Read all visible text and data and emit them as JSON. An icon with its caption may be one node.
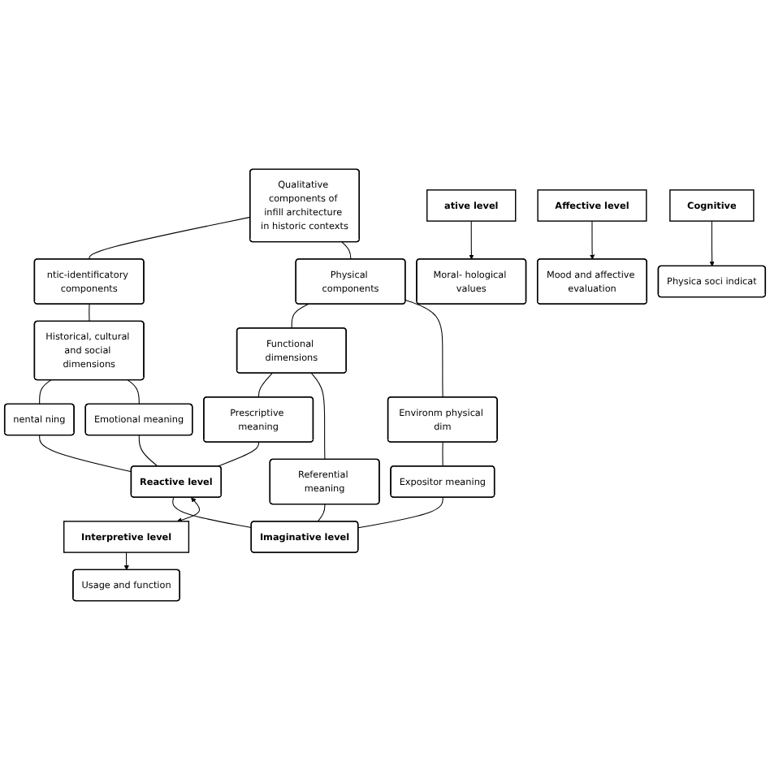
{
  "diagram": {
    "nodes": [
      {
        "text": [
          "Qualitative components of infill architecture in historic contexts"
        ]
      },
      {
        "text": [
          "ntic-identificatory components"
        ]
      },
      {
        "text": [
          "Physical components"
        ]
      },
      {
        "text": [
          "Historical, cultural and social dimensions"
        ]
      },
      {
        "text": [
          "Functional dimensions"
        ]
      },
      {
        "text": [
          "Environm physical dim"
        ]
      },
      {
        "text": [
          "nental ning"
        ]
      },
      {
        "text": [
          "Emotional meaning"
        ]
      },
      {
        "text": [
          "Prescriptive meaning"
        ]
      },
      {
        "text": [
          "Referential meaning"
        ]
      },
      {
        "text": [
          "Expositor meaning"
        ]
      },
      {
        "text": [
          "Reactive level"
        ]
      },
      {
        "text": [
          "Imaginative level"
        ]
      },
      {
        "text": [
          "ative level"
        ]
      },
      {
        "text": [
          "Interpretive level"
        ]
      },
      {
        "text": [
          "Affective level"
        ]
      },
      {
        "text": [
          "Cognitive"
        ]
      },
      {
        "text": [
          "Moral- hological values"
        ]
      },
      {
        "text": [
          "Usage and function"
        ]
      },
      {
        "text": [
          "Mood and affective evaluation"
        ]
      },
      {
        "text": [
          "Physica soci indicat"
        ]
      }
    ],
    "edges": [
      {
        "from": 0,
        "to": 1,
        "arrow": "none"
      },
      {
        "from": 0,
        "to": 2,
        "arrow": "none"
      },
      {
        "from": 1,
        "to": 3,
        "arrow": "none"
      },
      {
        "from": 2,
        "to": 4,
        "arrow": "none"
      },
      {
        "from": 2,
        "to": 5,
        "arrow": "none"
      },
      {
        "from": 3,
        "to": 6,
        "arrow": "none"
      },
      {
        "from": 3,
        "to": 7,
        "arrow": "none"
      },
      {
        "from": 4,
        "to": 8,
        "arrow": "none"
      },
      {
        "from": 4,
        "to": 9,
        "arrow": "none"
      },
      {
        "from": 5,
        "to": 10,
        "arrow": "none"
      },
      {
        "from": 6,
        "to": 11,
        "arrow": "none"
      },
      {
        "from": 7,
        "to": 11,
        "arrow": "none"
      },
      {
        "from": 8,
        "to": 11,
        "arrow": "none"
      },
      {
        "from": 9,
        "to": 12,
        "arrow": "none"
      },
      {
        "from": 10,
        "to": 12,
        "arrow": "none"
      },
      {
        "from": 11,
        "to": 12,
        "arrow": "none"
      },
      {
        "from": 11,
        "to": 14,
        "arrow": "both"
      },
      {
        "from": 13,
        "to": 17,
        "arrow": "to"
      },
      {
        "from": 14,
        "to": 18,
        "arrow": "to"
      },
      {
        "from": 15,
        "to": 19,
        "arrow": "to"
      },
      {
        "from": 16,
        "to": 20,
        "arrow": "to"
      }
    ]
  }
}
